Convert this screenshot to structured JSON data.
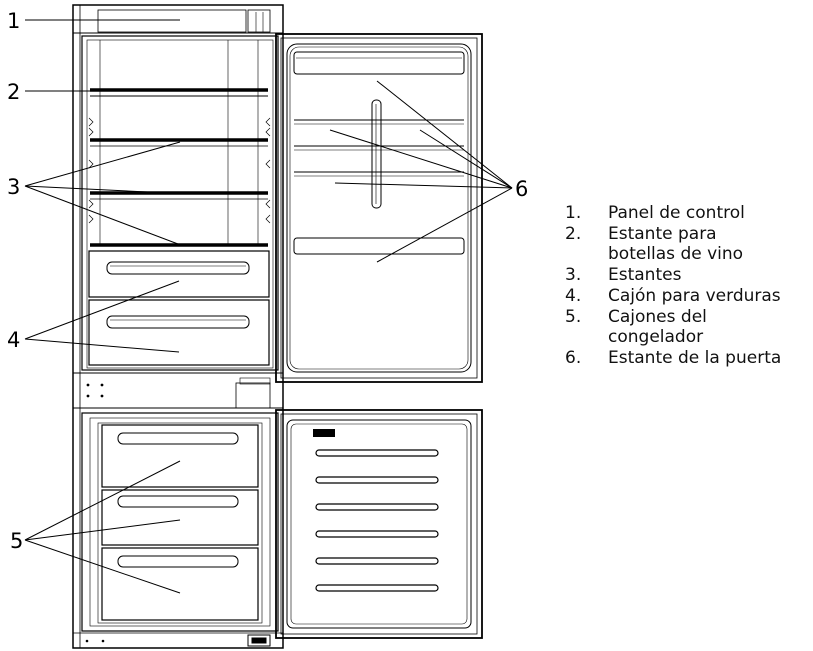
{
  "callouts": [
    "1",
    "2",
    "3",
    "4",
    "5",
    "6"
  ],
  "legend": [
    {
      "num": "1.",
      "text": "Panel de control"
    },
    {
      "num": "2.",
      "text": "Estante para\nbotellas de vino"
    },
    {
      "num": "3.",
      "text": "Estantes"
    },
    {
      "num": "4.",
      "text": "Cajón para verduras"
    },
    {
      "num": "5.",
      "text": "Cajones del\ncongelador"
    },
    {
      "num": "6.",
      "text": "Estante de la puerta"
    }
  ]
}
